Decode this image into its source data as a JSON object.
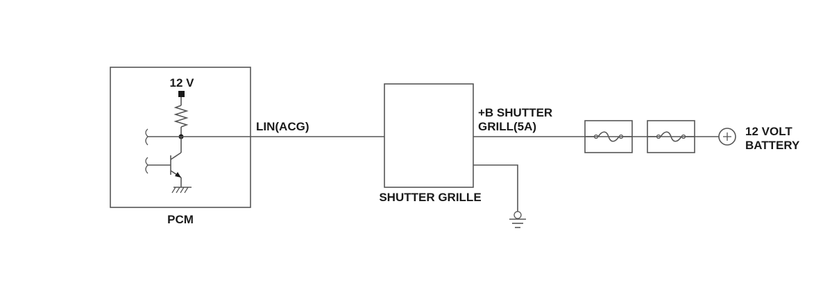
{
  "labels": {
    "supply": "12 V",
    "pcm": "PCM",
    "lin": "LIN(ACG)",
    "shutter_grille": "SHUTTER GRILLE",
    "fuse_line1": "+B SHUTTER",
    "fuse_line2": "GRILL(5A)",
    "battery_line1": "12 VOLT",
    "battery_line2": "BATTERY"
  },
  "icons": {
    "resistor": "resistor-icon",
    "transistor": "npn-transistor-icon",
    "ground": "ground-icon",
    "fuse": "fuse-icon",
    "battery": "battery-positive-terminal-icon"
  },
  "colors": {
    "line": "#555555",
    "text": "#1a1a1a",
    "background": "#ffffff"
  }
}
